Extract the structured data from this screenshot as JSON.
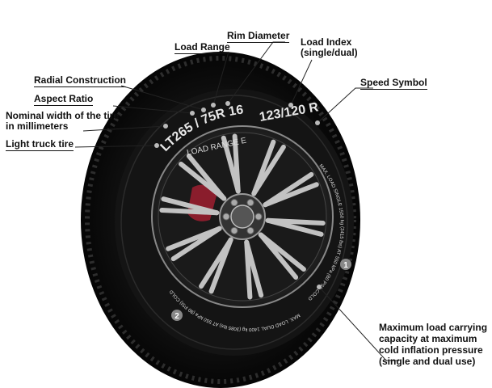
{
  "labels": {
    "rim_diameter": "Rim Diameter",
    "load_range": "Load Range",
    "load_index": "Load Index\n(single/dual)",
    "radial_construction": "Radial Construction",
    "speed_symbol": "Speed Symbol",
    "aspect_ratio": "Aspect Ratio",
    "nominal_width": "Nominal width of the tire\nin millimeters",
    "light_truck": "Light truck tire",
    "max_load": "Maximum load carrying\ncapacity at maximum\ncold inflation pressure\n(single and dual use)"
  },
  "tire_text": {
    "size": "LT265 / 75R 16",
    "load_range": "LOAD RANGE E",
    "load_speed": "123/120 R",
    "sidewall_right": "MAX. LOAD SINGLE 1550 kg (3415 lbs) AT 550 kPa (80 PSI) COLD",
    "sidewall_bottom": "MAX. LOAD DUAL 1400 kg (3085 lbs) AT 550 kPa (80 PSI) COLD",
    "marker_1": "1",
    "marker_2": "2"
  },
  "colors": {
    "tire": "#0e0e0e",
    "tread": "#1c1c1c",
    "rim_dark": "#1a1a1a",
    "rim_spoke": "#b8b8b8",
    "caliper": "#8a1d2c",
    "leader": "#222222"
  }
}
